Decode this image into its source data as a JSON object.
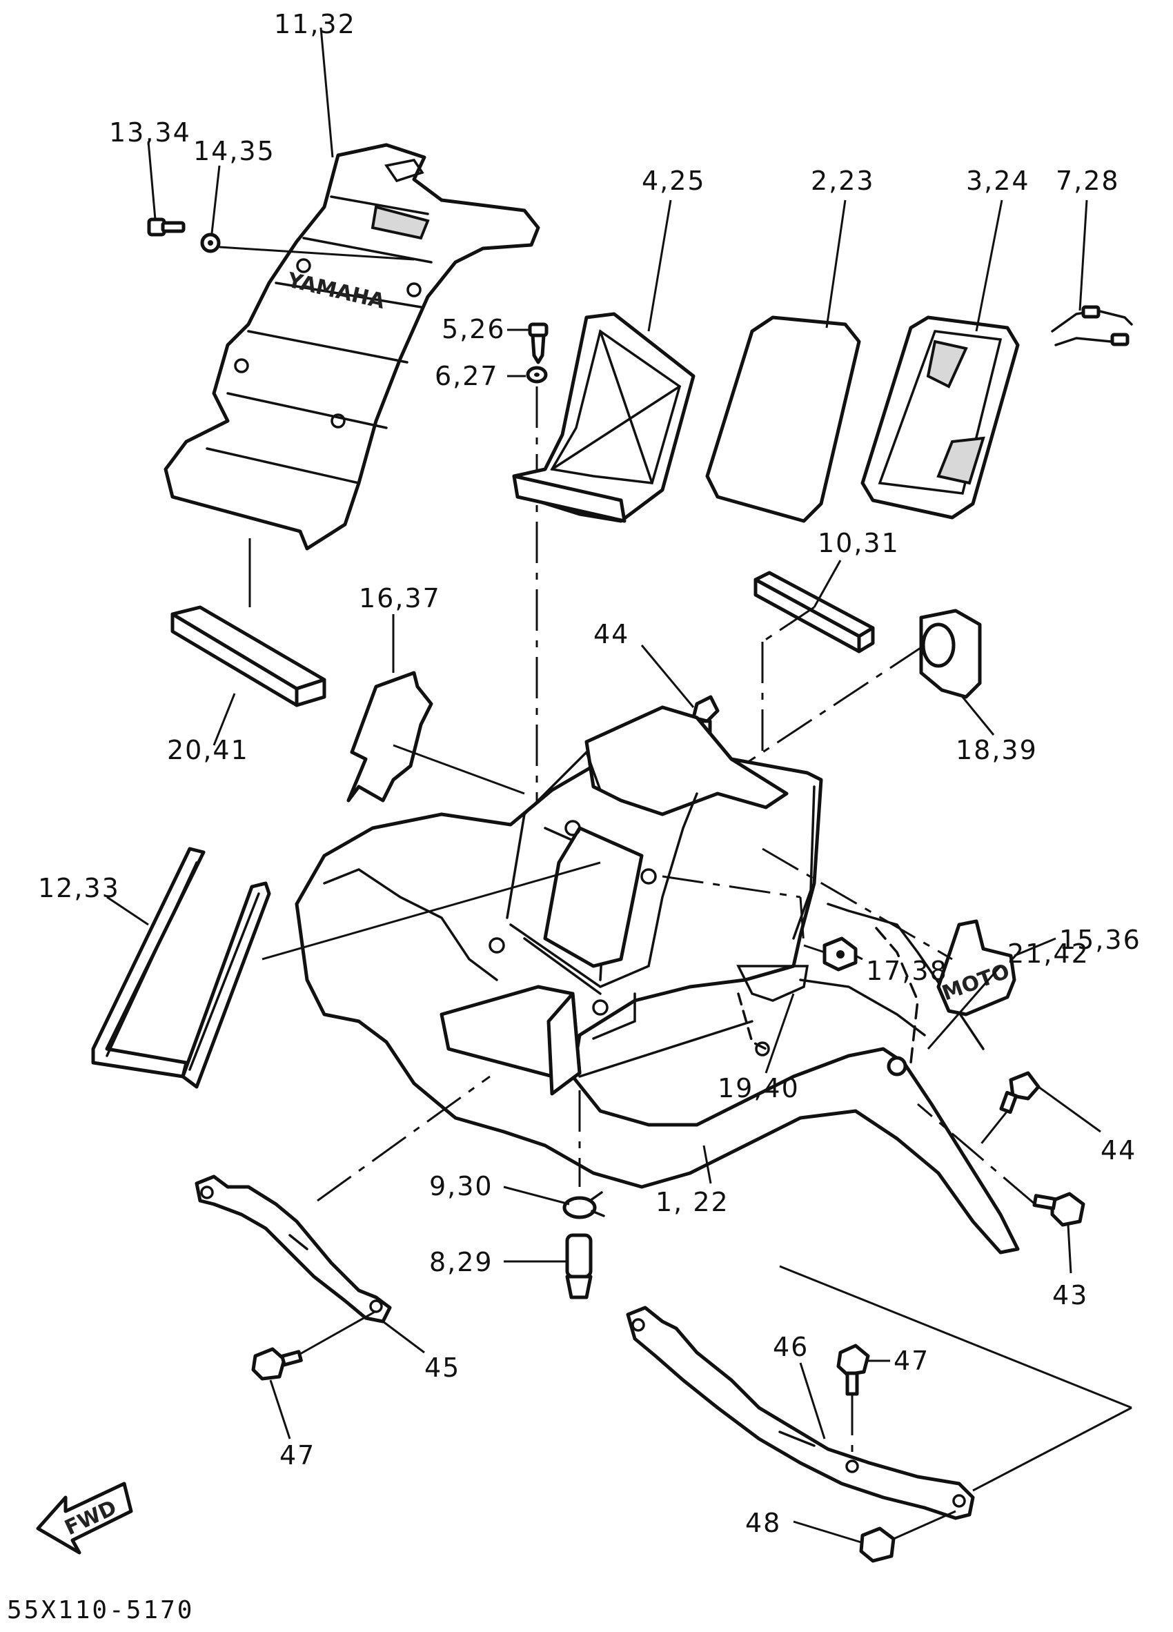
{
  "diagram": {
    "ref_code": "55X110-5170",
    "fwd_label": "FWD",
    "emblem_text": "YAMAHA",
    "badge_text": "MOTO",
    "callouts": {
      "c11_32": "11,32",
      "c13_34": "13,34",
      "c14_35": "14,35",
      "c4_25": "4,25",
      "c2_23": "2,23",
      "c3_24": "3,24",
      "c7_28": "7,28",
      "c5_26": "5,26",
      "c6_27": "6,27",
      "c10_31": "10,31",
      "c16_37": "16,37",
      "c44_top": "44",
      "c18_39": "18,39",
      "c20_41": "20,41",
      "c12_33": "12,33",
      "c15_36": "15,36",
      "c17_38": "17,38",
      "c21_42": "21,42",
      "c19_40": "19,40",
      "c44_right": "44",
      "c9_30": "9,30",
      "c8_29": "8,29",
      "c1_22": "1, 22",
      "c43": "43",
      "c45": "45",
      "c46": "46",
      "c47_right": "47",
      "c47_left": "47",
      "c48": "48"
    }
  }
}
